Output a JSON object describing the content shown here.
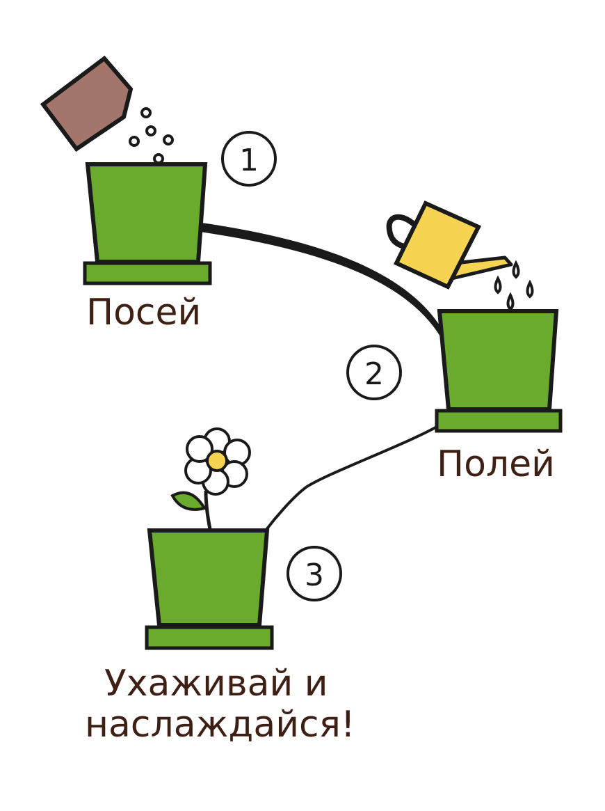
{
  "steps": [
    {
      "number": "1",
      "label": "Посей"
    },
    {
      "number": "2",
      "label": "Полей"
    },
    {
      "number": "3",
      "label_line1": "Ухаживай и",
      "label_line2": "наслаждайся!"
    }
  ],
  "colors": {
    "pot": "#6aab2e",
    "outline": "#1a1a1a",
    "seed_packet": "#a4756a",
    "watering_can": "#f7d352",
    "leaf": "#6aab2e",
    "flower_center": "#f7d352",
    "label_text": "#3e1f14",
    "background": "#ffffff"
  },
  "icons": [
    "seed-packet-icon",
    "seeds-icon",
    "watering-can-icon",
    "water-drops-icon",
    "flower-icon",
    "pot-icon"
  ]
}
